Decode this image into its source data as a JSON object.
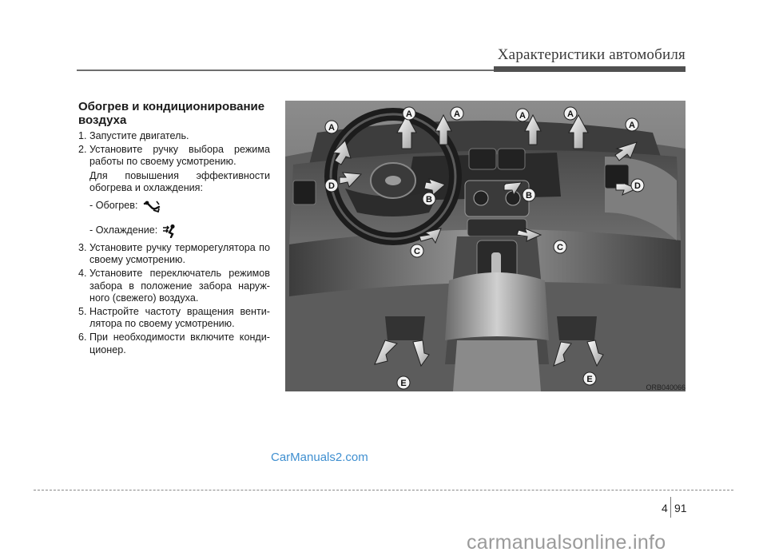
{
  "header": {
    "chapter_title": "Характеристики автомобиля"
  },
  "section": {
    "heading": "Обогрев и кондиционирование воздуха",
    "steps": [
      {
        "num": "1.",
        "text": "Запустите двигатель."
      },
      {
        "num": "2.",
        "text": "Установите ручку выбора режима работы по своему усмотрению."
      }
    ],
    "efficiency_note": "Для повышения эффективности обогрева и охлаждения:",
    "heating_label": "- Обогрев:",
    "cooling_label": "- Охлаждение:",
    "heating_icon": "floor-vent-mode-icon",
    "cooling_icon": "face-vent-mode-icon",
    "steps_after": [
      {
        "num": "3.",
        "text": "Установите ручку терморегулятора по своему усмотрению."
      },
      {
        "num": "4.",
        "text": "Установите переключатель режимов забора в положение забора наруж-ного (свежего) воздуха."
      },
      {
        "num": "5.",
        "text": "Настройте частоту вращения венти-лятора по своему усмотрению."
      },
      {
        "num": "6.",
        "text": "При необходимости включите конди-ционер."
      }
    ]
  },
  "figure": {
    "code": "ORB040066",
    "labels": {
      "a1": "A",
      "a2": "A",
      "a3": "A",
      "a4": "A",
      "a5": "A",
      "a6": "A",
      "b1": "B",
      "b2": "B",
      "c1": "C",
      "c2": "C",
      "d1": "D",
      "d2": "D",
      "e1": "E",
      "e2": "E"
    }
  },
  "watermark": "CarManuals2.com",
  "footer": {
    "section_number": "4",
    "page_number": "91",
    "brand": "carmanualsonline.info"
  }
}
